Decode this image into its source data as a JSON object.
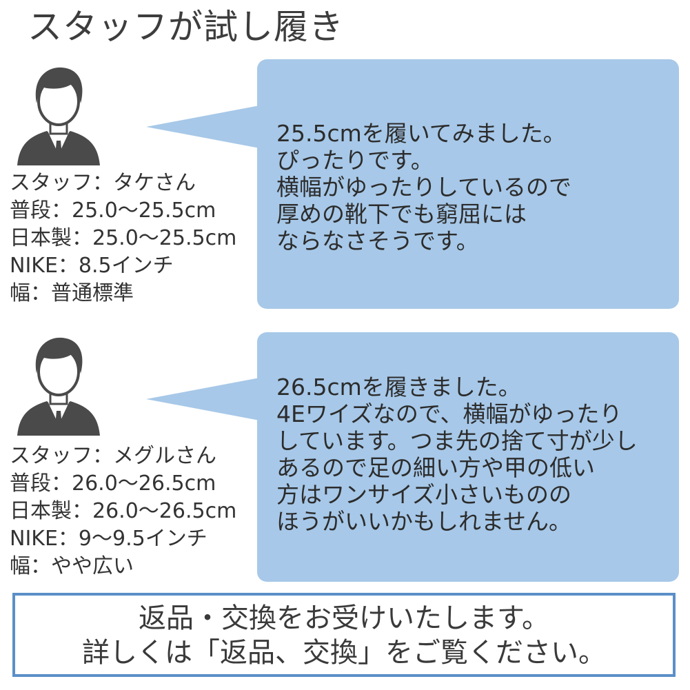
{
  "title": "スタッフが試し履き",
  "staff": [
    {
      "name": "スタッフ：タケさん",
      "usual": "普段：25.0〜25.5cm",
      "japan": "日本製：25.0〜25.5cm",
      "nike": "NIKE：8.5インチ",
      "width": "幅：普通標準",
      "comment": [
        "25.5cmを履いてみました。",
        "ぴったりです。",
        "横幅がゆったりしているので",
        "厚めの靴下でも窮屈には",
        "ならなさそうです。"
      ]
    },
    {
      "name": "スタッフ：メグルさん",
      "usual": "普段：26.0〜26.5cm",
      "japan": "日本製：26.0〜26.5cm",
      "nike": "NIKE：9〜9.5インチ",
      "width": "幅：やや広い",
      "comment": [
        "26.5cmを履きました。",
        "4Eワイズなので、横幅がゆったり",
        "しています。つま先の捨て寸が少し",
        "あるので足の細い方や甲の低い",
        "方はワンサイズ小さいものの",
        "ほうがいいかもしれません。"
      ]
    }
  ],
  "notice": {
    "line1": "返品・交換をお受けいたします。",
    "line2": "詳しくは「返品、交換」をご覧ください。"
  },
  "colors": {
    "bubble": "#a7c8e8",
    "notice_border": "#5b8fc8",
    "avatar": "#4a4a4a"
  },
  "icons": {
    "avatar": "person-avatar-icon"
  }
}
